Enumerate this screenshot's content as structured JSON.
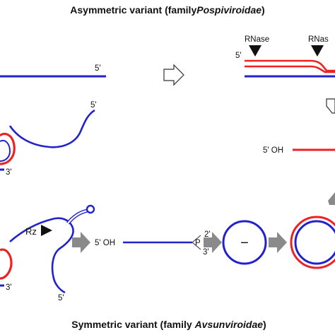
{
  "titles": {
    "top_prefix": "Asymmetric variant (family",
    "top_italic": "Pospiviroidae",
    "top_suffix": ")",
    "bottom_prefix": "Symmetric variant (family ",
    "bottom_italic": "Avsunviroidae",
    "bottom_suffix": ")"
  },
  "labels": {
    "five_prime": "5'",
    "three_prime": "3'",
    "rnase_1": "RNase",
    "rnase_2": "RNas",
    "five_oh_right": "5' OH",
    "five_oh_bottom": "5' OH",
    "two_prime": "2'",
    "p": "P",
    "three_prime_end": "3'",
    "rz": "Rz",
    "minus": "−"
  },
  "colors": {
    "strand_blue": "#2222cc",
    "strand_red": "#ee2222",
    "arrow_gray": "#8a8a8a",
    "text": "#111111"
  }
}
